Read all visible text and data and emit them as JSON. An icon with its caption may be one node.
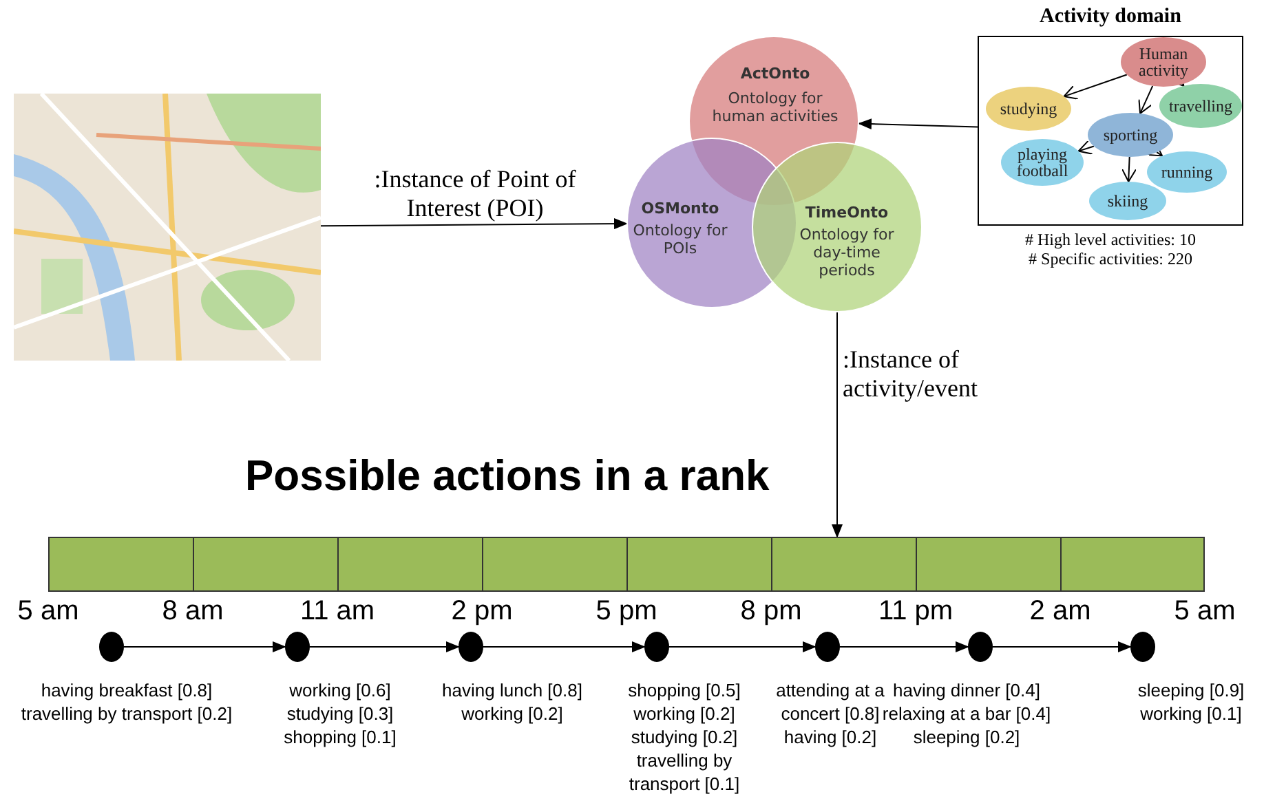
{
  "diagram": {
    "title": "Possible actions in a rank",
    "nodes": [
      {
        "text": [],
        "shape": "picture"
      },
      {
        "text": [
          "ActOnto",
          "Ontology for human activities"
        ]
      },
      {
        "text": [
          "OSMonto",
          "Ontology for POIs"
        ]
      },
      {
        "text": [
          "TimeOnto",
          "Ontology for day-time periods"
        ]
      },
      {
        "text": [
          "Activity domain"
        ],
        "beside": [
          "# High level activities: 10",
          "# Specific activities: 220"
        ]
      },
      {
        "text": [
          "Human activity"
        ],
        "in": 4
      },
      {
        "text": [
          "studying"
        ],
        "in": 4
      },
      {
        "text": [
          "travelling"
        ],
        "in": 4
      },
      {
        "text": [
          "sporting"
        ],
        "in": 4
      },
      {
        "text": [
          "playing football"
        ],
        "in": 4
      },
      {
        "text": [
          "running"
        ],
        "in": 4
      },
      {
        "text": [
          "skiing"
        ],
        "in": 4
      },
      {
        "text": [],
        "shape": "bar"
      },
      {
        "text": [],
        "shape": "circle",
        "beside": [
          "having breakfast [0.8]",
          "travelling by transport [0.2]"
        ]
      },
      {
        "text": [],
        "shape": "circle",
        "beside": [
          "working [0.6]",
          "studying [0.3]",
          "shopping [0.1]"
        ]
      },
      {
        "text": [],
        "shape": "circle",
        "beside": [
          "having lunch [0.8]",
          "working [0.2]"
        ]
      },
      {
        "text": [],
        "shape": "circle",
        "beside": [
          "shopping [0.5]",
          "working [0.2]",
          "studying [0.2]",
          "travelling by transport [0.1]"
        ]
      },
      {
        "text": [],
        "shape": "circle",
        "beside": [
          "attending at a concert [0.8]",
          "having [0.2]"
        ]
      },
      {
        "text": [],
        "shape": "circle",
        "beside": [
          "having dinner [0.4]",
          "relaxing at a bar [0.4]",
          "sleeping [0.2]"
        ]
      },
      {
        "text": [],
        "shape": "circle",
        "beside": [
          "sleeping [0.9]",
          "working [0.1]"
        ]
      }
    ],
    "edges": [
      {
        "from": 0,
        "to": 2,
        "arrow": "to",
        "label": ":Instance of Point of Interest (POI)"
      },
      {
        "from": 4,
        "to": 1,
        "arrow": "to"
      },
      {
        "from": 3,
        "to": 12,
        "arrow": "to",
        "label": ":Instance of activity/event"
      },
      {
        "from": 5,
        "to": 6,
        "arrow": "to"
      },
      {
        "from": 5,
        "to": 8,
        "arrow": "to"
      },
      {
        "from": 5,
        "to": 7,
        "arrow": "to"
      },
      {
        "from": 8,
        "to": 9,
        "arrow": "to"
      },
      {
        "from": 8,
        "to": 11,
        "arrow": "to"
      },
      {
        "from": 8,
        "to": 10,
        "arrow": "to"
      },
      {
        "from": 13,
        "to": 14,
        "arrow": "to"
      },
      {
        "from": 14,
        "to": 15,
        "arrow": "to"
      },
      {
        "from": 15,
        "to": 16,
        "arrow": "to"
      },
      {
        "from": 16,
        "to": 17,
        "arrow": "to"
      },
      {
        "from": 17,
        "to": 18,
        "arrow": "to"
      },
      {
        "from": 18,
        "to": 19,
        "arrow": "to"
      }
    ],
    "labels": [
      "5 am",
      "8 am",
      "11 am",
      "2 pm",
      "5 pm",
      "8 pm",
      "11 pm",
      "2 am",
      "5 am"
    ]
  }
}
